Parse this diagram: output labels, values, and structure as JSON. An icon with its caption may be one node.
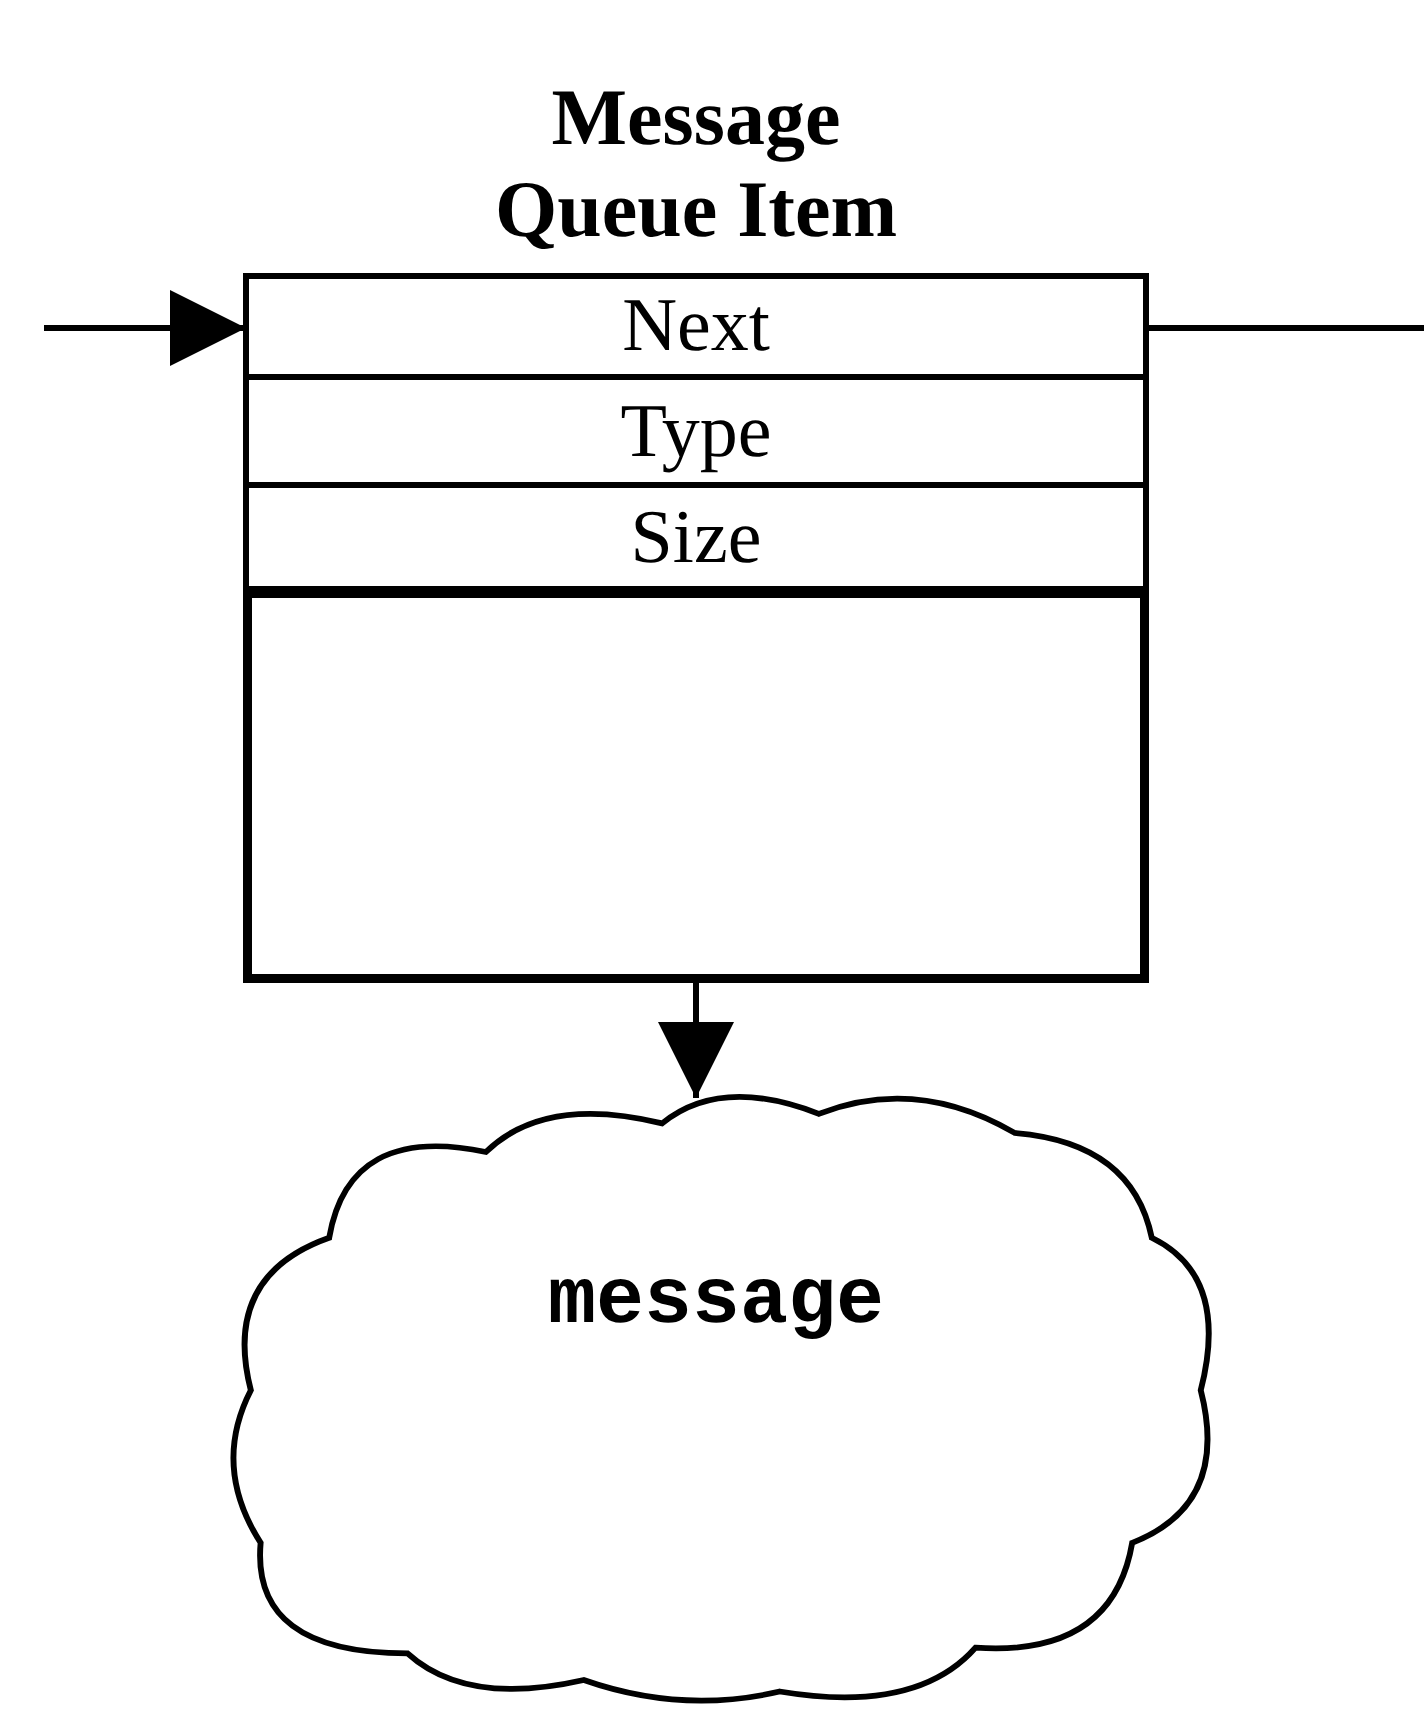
{
  "diagram": {
    "nodes": [
      {
        "text": [
          "Message Queue Item"
        ]
      },
      {
        "text": [
          "Next"
        ],
        "in": 0
      },
      {
        "text": [
          "Type"
        ],
        "in": 0
      },
      {
        "text": [
          "Size"
        ],
        "in": 0
      },
      {
        "text": [],
        "shape": "box",
        "in": 0
      },
      {
        "text": [
          "message"
        ]
      }
    ],
    "edges": [
      {
        "from": null,
        "to": 1,
        "arrow": "to"
      },
      {
        "from": 1,
        "to": null,
        "arrow": "none"
      },
      {
        "from": 4,
        "to": 5,
        "arrow": "to"
      }
    ]
  }
}
